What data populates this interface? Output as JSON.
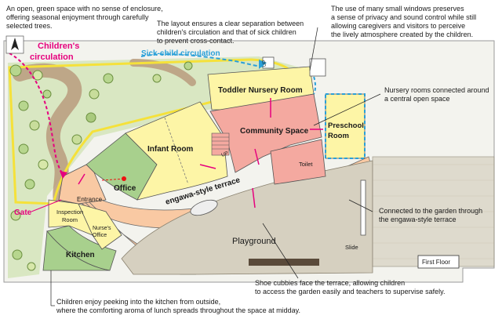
{
  "annotations": {
    "green_space": [
      "An open, green space with no sense of enclosure,",
      "offering seasonal enjoyment through carefully",
      "selected trees."
    ],
    "separation": [
      "The layout ensures a clear separation between",
      "children's circulation and that of sick children",
      "to prevent cross-contact."
    ],
    "windows": [
      "The use of many small windows preserves",
      "a sense of privacy and sound control while still",
      "allowing caregivers and visitors to perceive",
      "the lively atmosphere created by the children."
    ],
    "nursery_rooms": [
      "Nursery rooms connected around",
      "a central open space"
    ],
    "garden": [
      "Connected to the garden through",
      "the engawa-style terrace"
    ],
    "shoe_cubbies": [
      "Shoe cubbies face the terrace, allowing children",
      "to access the garden easily and teachers to supervise safely."
    ],
    "kitchen": [
      "Children enjoy peeking into the kitchen from outside,",
      "where the comforting aroma of lunch spreads throughout the space at midday."
    ]
  },
  "circulation": {
    "children": [
      "Children's",
      "circulation"
    ],
    "sick_child": "Sick-child circulation"
  },
  "labels": {
    "gate": "Gate",
    "floor": "First Floor"
  },
  "rooms": {
    "toddler": "Toddler Nursery Room",
    "community": "Community Space",
    "preschool": [
      "Preschool",
      "Room"
    ],
    "infant": "Infant Room",
    "office": "Office",
    "toilet": "Toilet",
    "entrance": "Entrance",
    "inspection": [
      "Inspection",
      "Room"
    ],
    "nurse": [
      "Nurse's",
      "Office"
    ],
    "kitchen": "Kitchen",
    "terrace": "engawa-style terrace",
    "playground": "Playground",
    "slide": "Slide",
    "up1": "UP",
    "up2": "UP"
  },
  "colors": {
    "green": "#a8d08d",
    "yellow_room": "#fdf5a6",
    "pink_room": "#f4a9a0",
    "terrace": "#f9c9a3",
    "circulation_pink": "#e6007e",
    "circulation_blue": "#2aa0d8",
    "path_brown": "#b99b7e"
  }
}
